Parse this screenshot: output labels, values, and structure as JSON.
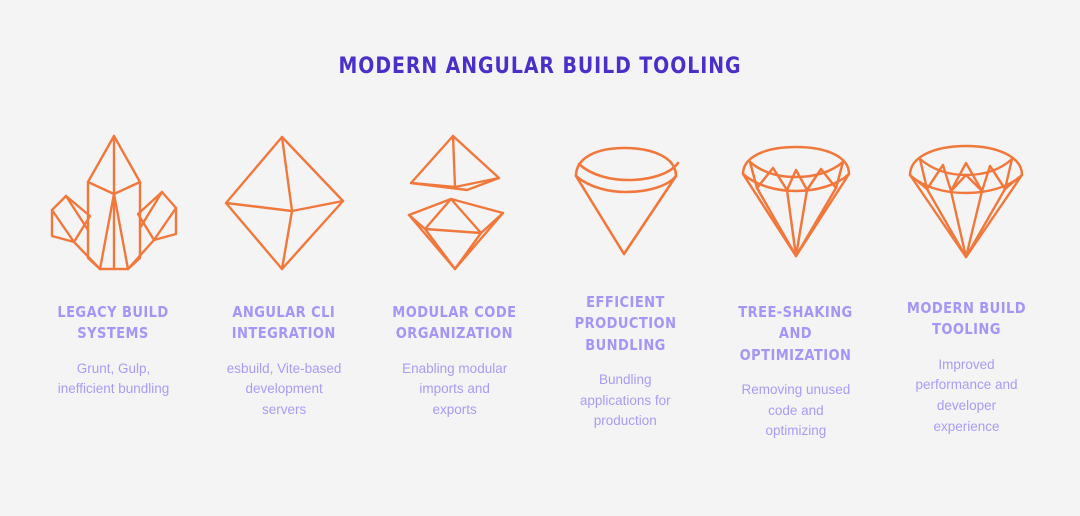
{
  "poster": {
    "title": "MODERN ANGULAR BUILD TOOLING",
    "background_color": "#f5f4f4",
    "title_color": "#4b2fc8",
    "heading_color": "#a396f5",
    "description_color": "#a89cf2",
    "gem_stroke_color": "#f0783c"
  },
  "columns": [
    {
      "icon": "rough-crystal-cluster-icon",
      "heading": "LEGACY BUILD\nSYSTEMS",
      "description": "Grunt, Gulp,\ninefficient bundling"
    },
    {
      "icon": "octahedron-gem-icon",
      "heading": "ANGULAR CLI\nINTEGRATION",
      "description": "esbuild, Vite-based\ndevelopment\nservers"
    },
    {
      "icon": "split-diamond-icon",
      "heading": "MODULAR CODE\nORGANIZATION",
      "description": "Enabling modular\nimports and\nexports"
    },
    {
      "icon": "smooth-round-diamond-icon",
      "heading": "EFFICIENT\nPRODUCTION\nBUNDLING",
      "description": "Bundling\napplications for\nproduction"
    },
    {
      "icon": "brilliant-cut-diamond-icon",
      "heading": "TREE-SHAKING AND\nOPTIMIZATION",
      "description": "Removing unused\ncode and\noptimizing"
    },
    {
      "icon": "faceted-diamond-icon",
      "heading": "MODERN BUILD\nTOOLING",
      "description": "Improved\nperformance and\ndeveloper\nexperience"
    }
  ]
}
